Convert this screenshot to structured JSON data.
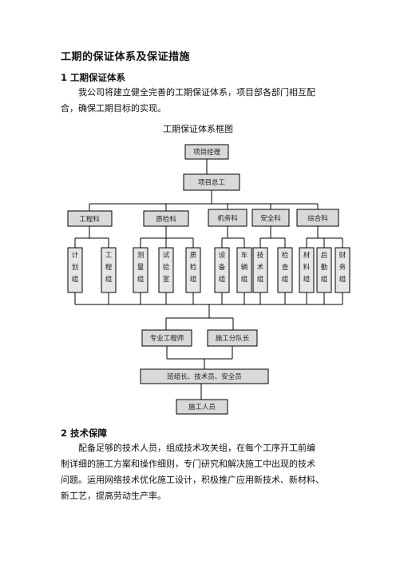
{
  "title": "工期的保证体系及保证措施",
  "section1": {
    "heading": "1 工期保证体系",
    "lines": [
      "我公司将建立健全完善的工期保证体系，项目部各部门相互配",
      "合，确保工期目标的实现。"
    ]
  },
  "caption": "工期保证体系框图",
  "chart": {
    "top": [
      "项目经理",
      "项目总工"
    ],
    "departments": [
      "工程科",
      "质检科",
      "机务科",
      "安全科",
      "综合科"
    ],
    "groups": [
      "计划组",
      "工程组",
      "测量组",
      "试验室",
      "质检组",
      "设备组",
      "车辆组",
      "技术组",
      "检查组",
      "材料组",
      "后勤组",
      "财务组"
    ],
    "middle": [
      "专业工程师",
      "施工分队长"
    ],
    "leaders": "班组长、技术员、安全员",
    "workers": "施工人员"
  },
  "section2": {
    "heading": "2 技术保障",
    "lines": [
      "配备足够的技术人员，组成技术攻关组，在每个工序开工前编",
      "制详细的施工方案和操作细则，专门研究和解决施工中出现的技术",
      "问题。运用网络技术优化施工设计，积极推广应用新技术、新材料、",
      "新工艺，提高劳动生产率。"
    ]
  }
}
